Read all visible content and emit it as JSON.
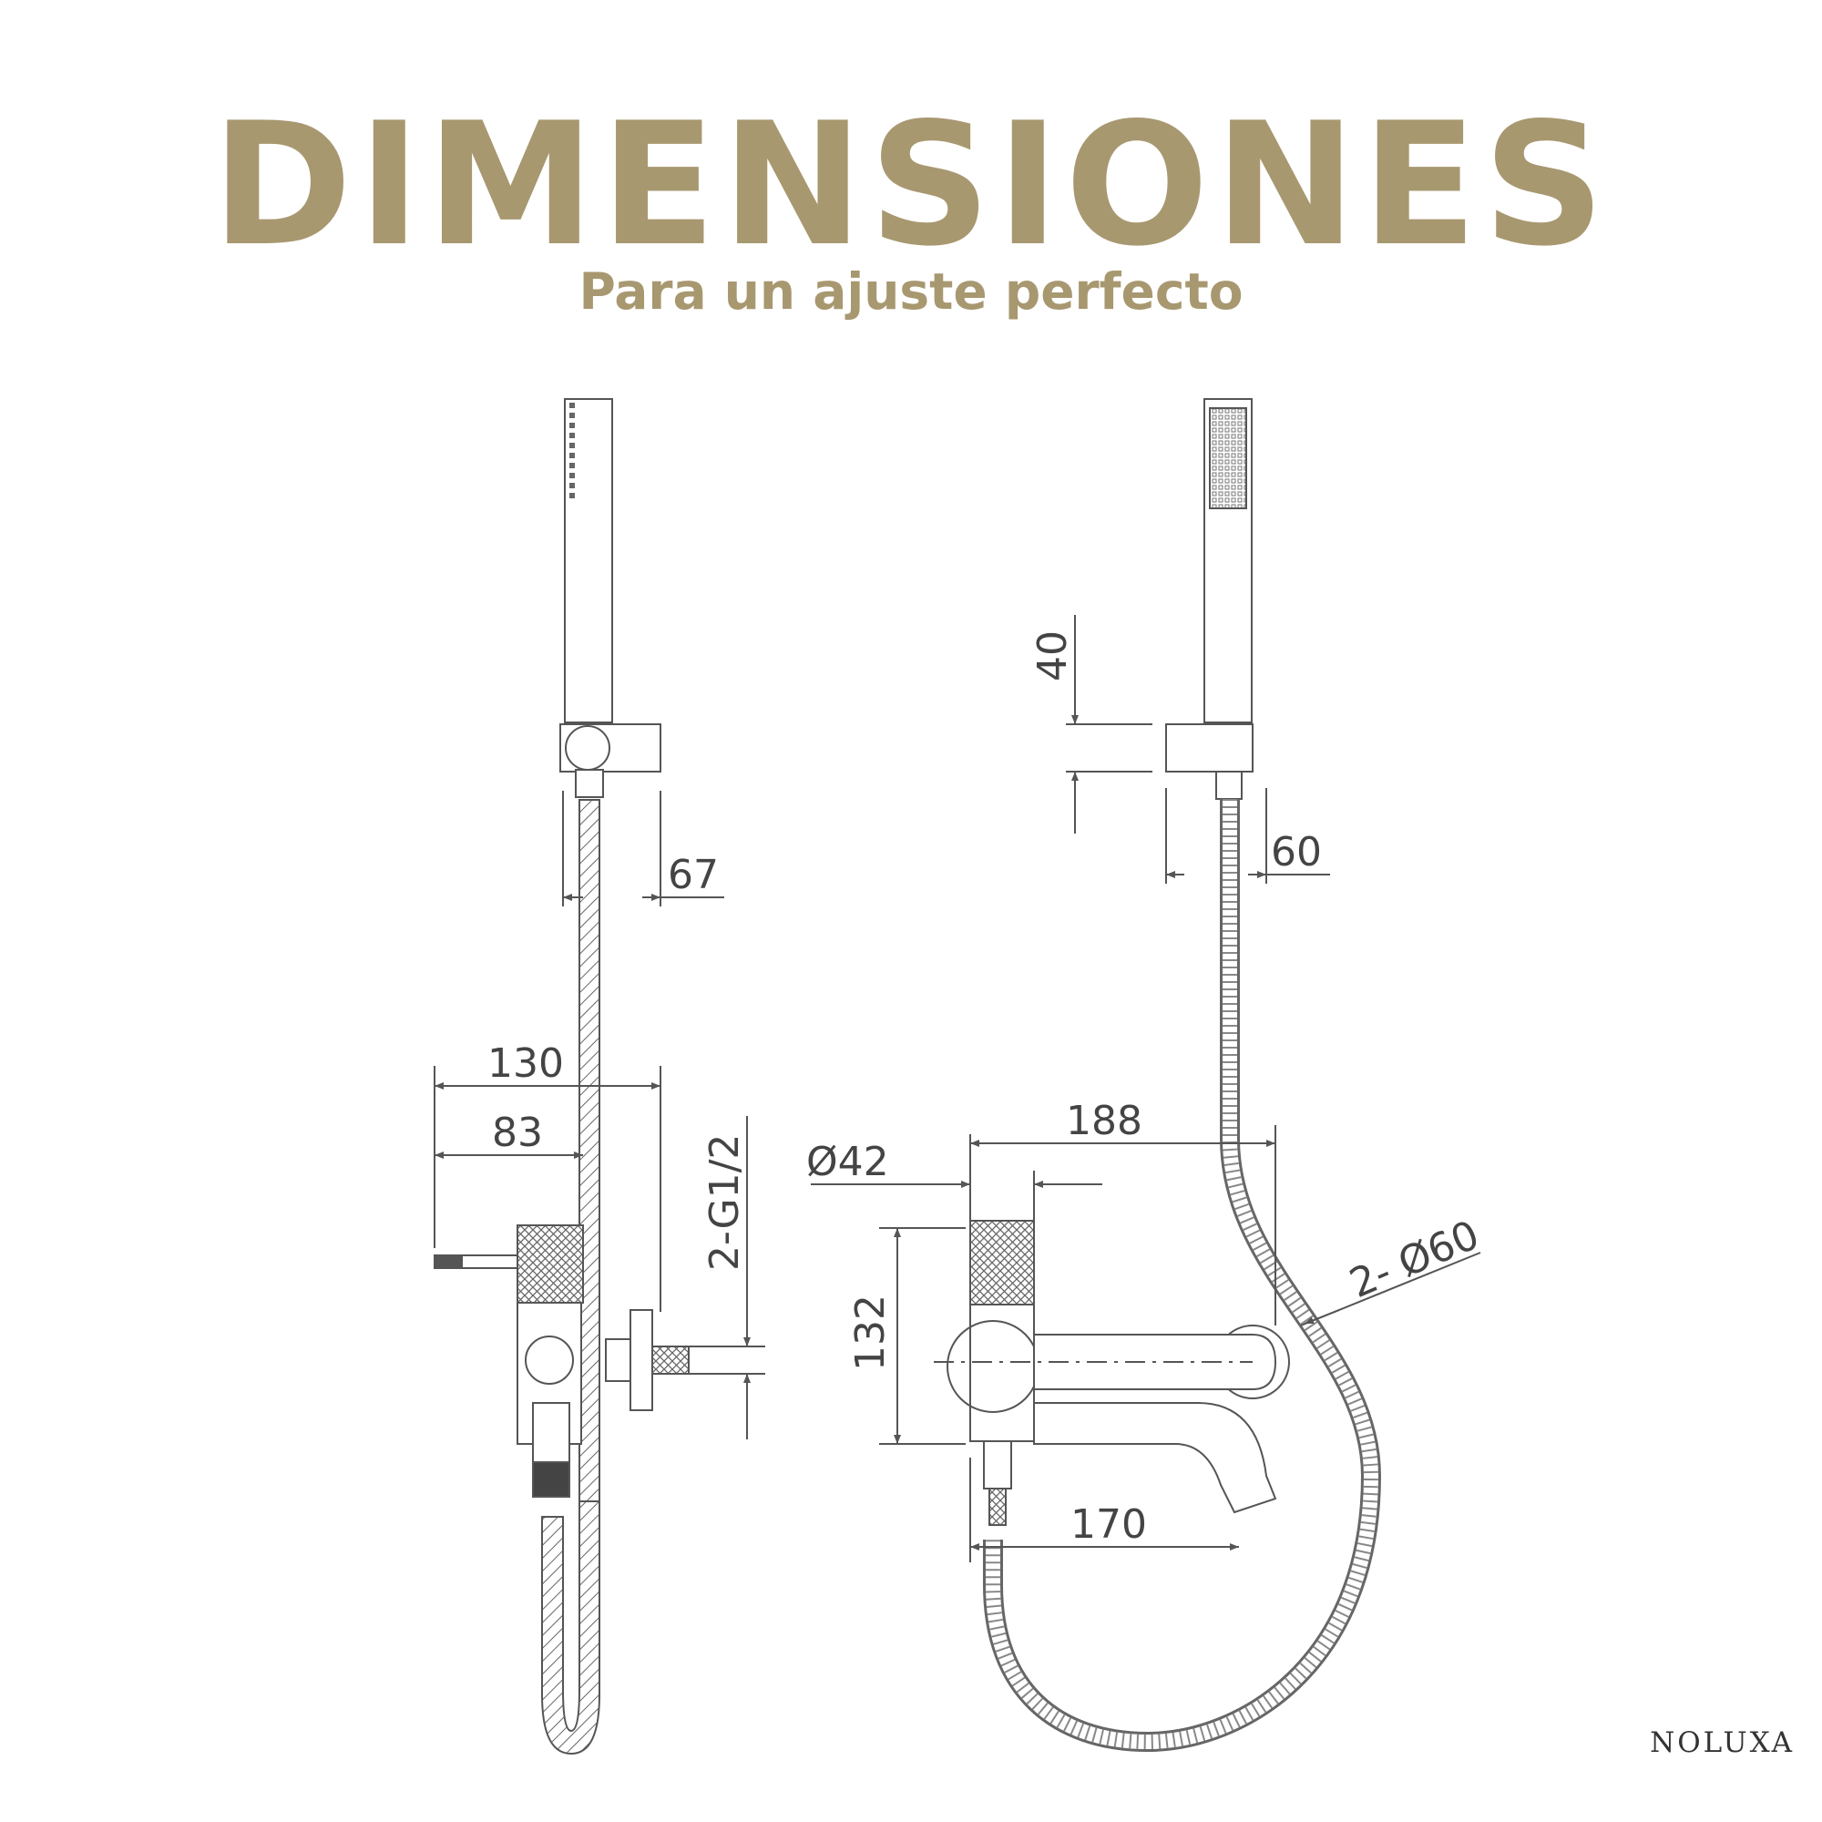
{
  "header": {
    "title": "DIMENSIONES",
    "subtitle": "Para un ajuste perfecto"
  },
  "colors": {
    "accent": "#a89870",
    "line": "#555555"
  },
  "side_view": {
    "dims": {
      "handle_offset": "67",
      "total_depth": "130",
      "lever_depth": "83",
      "inlets": "2-G1/2"
    }
  },
  "front_view": {
    "dims": {
      "holder_height": "40",
      "holder_width": "60",
      "width_188": "188",
      "diameter_body": "Ø42",
      "height_132": "132",
      "spout_length": "170",
      "rosettes": "2- Ø60"
    }
  },
  "brand": "NOLUXA"
}
